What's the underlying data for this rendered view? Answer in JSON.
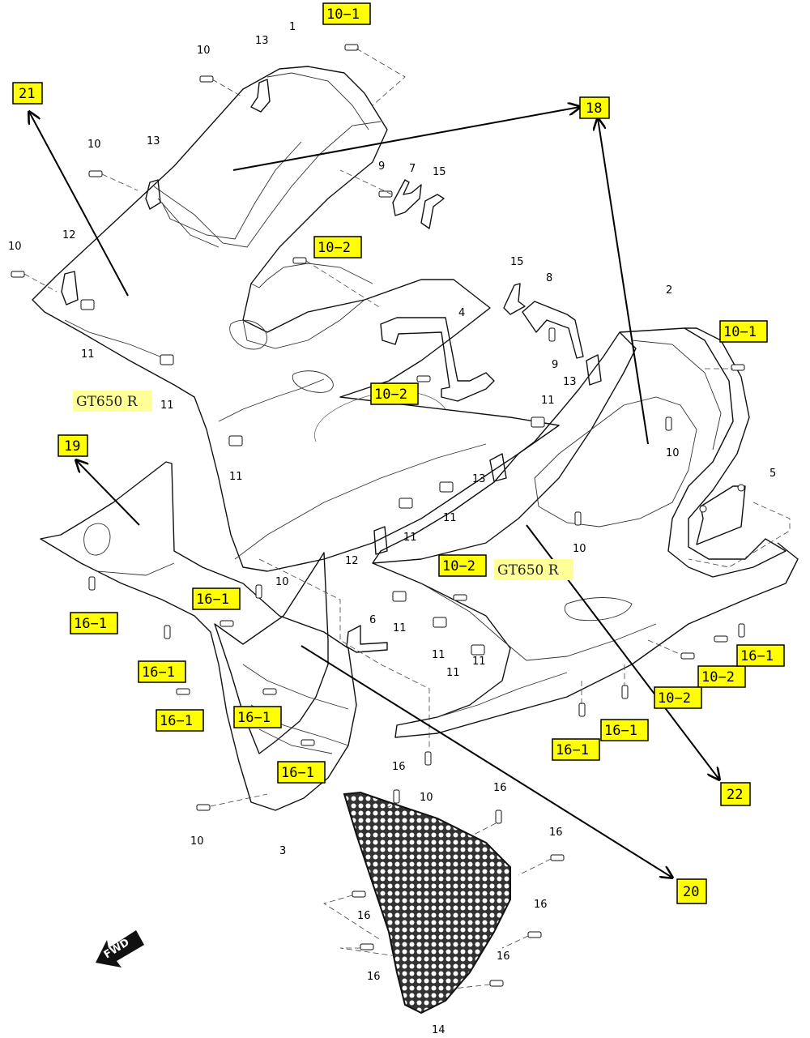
{
  "part_callouts": [
    {
      "id": "c1",
      "text": "1"
    },
    {
      "id": "c2",
      "text": "2"
    },
    {
      "id": "c3",
      "text": "3"
    },
    {
      "id": "c4",
      "text": "4"
    },
    {
      "id": "c5",
      "text": "5"
    },
    {
      "id": "c6",
      "text": "6"
    },
    {
      "id": "c7",
      "text": "7"
    },
    {
      "id": "c8",
      "text": "8"
    },
    {
      "id": "c9a",
      "text": "9"
    },
    {
      "id": "c9b",
      "text": "9"
    },
    {
      "id": "c10a",
      "text": "10"
    },
    {
      "id": "c10b",
      "text": "10"
    },
    {
      "id": "c10c",
      "text": "10"
    },
    {
      "id": "c10d",
      "text": "10"
    },
    {
      "id": "c10e",
      "text": "10"
    },
    {
      "id": "c10f",
      "text": "10"
    },
    {
      "id": "c10g",
      "text": "10"
    },
    {
      "id": "c10h",
      "text": "10"
    },
    {
      "id": "c11a",
      "text": "11"
    },
    {
      "id": "c11b",
      "text": "11"
    },
    {
      "id": "c11c",
      "text": "11"
    },
    {
      "id": "c11d",
      "text": "11"
    },
    {
      "id": "c11e",
      "text": "11"
    },
    {
      "id": "c11f",
      "text": "11"
    },
    {
      "id": "c11g",
      "text": "11"
    },
    {
      "id": "c11h",
      "text": "11"
    },
    {
      "id": "c11i",
      "text": "11"
    },
    {
      "id": "c11j",
      "text": "11"
    },
    {
      "id": "c12a",
      "text": "12"
    },
    {
      "id": "c12b",
      "text": "12"
    },
    {
      "id": "c13a",
      "text": "13"
    },
    {
      "id": "c13b",
      "text": "13"
    },
    {
      "id": "c13c",
      "text": "13"
    },
    {
      "id": "c13d",
      "text": "13"
    },
    {
      "id": "c14",
      "text": "14"
    },
    {
      "id": "c15a",
      "text": "15"
    },
    {
      "id": "c15b",
      "text": "15"
    },
    {
      "id": "c16a",
      "text": "16"
    },
    {
      "id": "c16b",
      "text": "16"
    },
    {
      "id": "c16c",
      "text": "16"
    },
    {
      "id": "c16d",
      "text": "16"
    },
    {
      "id": "c16e",
      "text": "16"
    },
    {
      "id": "c16f",
      "text": "16"
    },
    {
      "id": "c16g",
      "text": "16"
    }
  ],
  "reference_boxes": [
    {
      "id": "r10-1a",
      "text": "10−1"
    },
    {
      "id": "r10-1b",
      "text": "10−1"
    },
    {
      "id": "r10-2a",
      "text": "10−2"
    },
    {
      "id": "r10-2b",
      "text": "10−2"
    },
    {
      "id": "r10-2c",
      "text": "10−2"
    },
    {
      "id": "r10-2d",
      "text": "10−2"
    },
    {
      "id": "r10-2e",
      "text": "10−2"
    },
    {
      "id": "r16-1a",
      "text": "16−1"
    },
    {
      "id": "r16-1b",
      "text": "16−1"
    },
    {
      "id": "r16-1c",
      "text": "16−1"
    },
    {
      "id": "r16-1d",
      "text": "16−1"
    },
    {
      "id": "r16-1e",
      "text": "16−1"
    },
    {
      "id": "r16-1f",
      "text": "16−1"
    },
    {
      "id": "r16-1g",
      "text": "16−1"
    },
    {
      "id": "r16-1h",
      "text": "16−1"
    },
    {
      "id": "r16-1i",
      "text": "16−1"
    },
    {
      "id": "r18",
      "text": "18"
    },
    {
      "id": "r19",
      "text": "19"
    },
    {
      "id": "r20",
      "text": "20"
    },
    {
      "id": "r21",
      "text": "21"
    },
    {
      "id": "r22",
      "text": "22"
    }
  ],
  "model_labels": [
    {
      "id": "m1",
      "text": "GT650 R"
    },
    {
      "id": "m2",
      "text": "GT650 R"
    }
  ],
  "direction_label": "FWD",
  "colors": {
    "highlight": "#ffff00",
    "model_highlight": "#ffff99",
    "line": "#111111"
  }
}
